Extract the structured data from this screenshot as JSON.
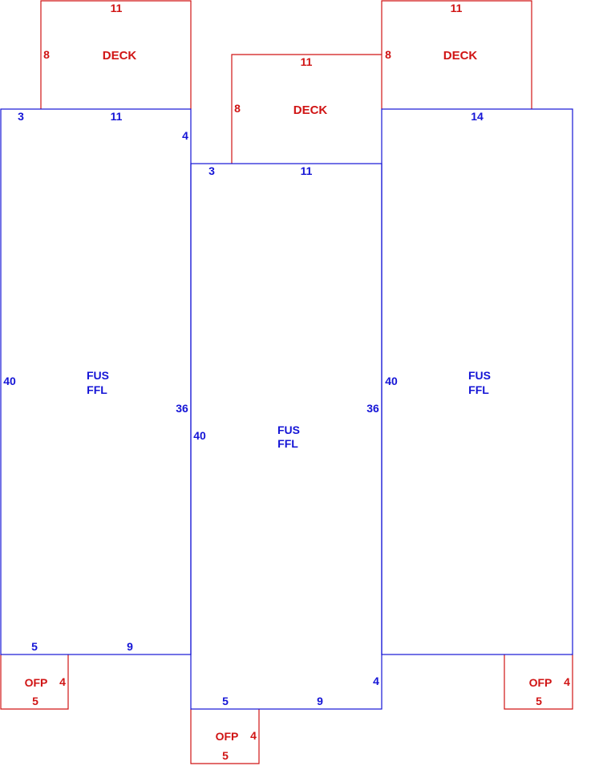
{
  "colors": {
    "main": "#1414d6",
    "addition": "#d01414"
  },
  "units": {
    "left": {
      "main": {
        "label1": "FUS",
        "label2": "FFL",
        "dims": [
          "3",
          "11",
          "4",
          "40",
          "36",
          "5",
          "9"
        ]
      },
      "deck": {
        "label": "DECK",
        "dims": [
          "11",
          "8"
        ]
      },
      "porch": {
        "label": "OFP",
        "dims": [
          "4",
          "5"
        ]
      }
    },
    "center": {
      "main": {
        "label1": "FUS",
        "label2": "FFL",
        "dims": [
          "3",
          "11",
          "40",
          "36",
          "4",
          "5",
          "9"
        ]
      },
      "deck": {
        "label": "DECK",
        "dims": [
          "11",
          "8"
        ]
      },
      "porch": {
        "label": "OFP",
        "dims": [
          "4",
          "5"
        ]
      }
    },
    "right": {
      "main": {
        "label1": "FUS",
        "label2": "FFL",
        "dims": [
          "14",
          "40"
        ]
      },
      "deck": {
        "label": "DECK",
        "dims": [
          "11",
          "8"
        ]
      },
      "porch": {
        "label": "OFP",
        "dims": [
          "4",
          "5"
        ]
      }
    }
  }
}
